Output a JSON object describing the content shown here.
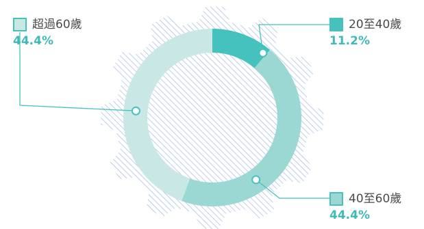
{
  "chart_data": {
    "type": "pie",
    "style": "donut",
    "slices": [
      {
        "label": "20至40歲",
        "value": 11.2,
        "display": "11.2%",
        "color": "#45c1be"
      },
      {
        "label": "40至60歲",
        "value": 44.4,
        "display": "44.4%",
        "color": "#9bd8d4"
      },
      {
        "label": "超過60歲",
        "value": 44.4,
        "display": "44.4%",
        "color": "#c9e8e5"
      }
    ]
  },
  "colors": {
    "gear_stripe": "#9ab4df",
    "leader": "#45c1be",
    "value_text": "#3fbab6",
    "label_text": "#4a4a4a"
  }
}
